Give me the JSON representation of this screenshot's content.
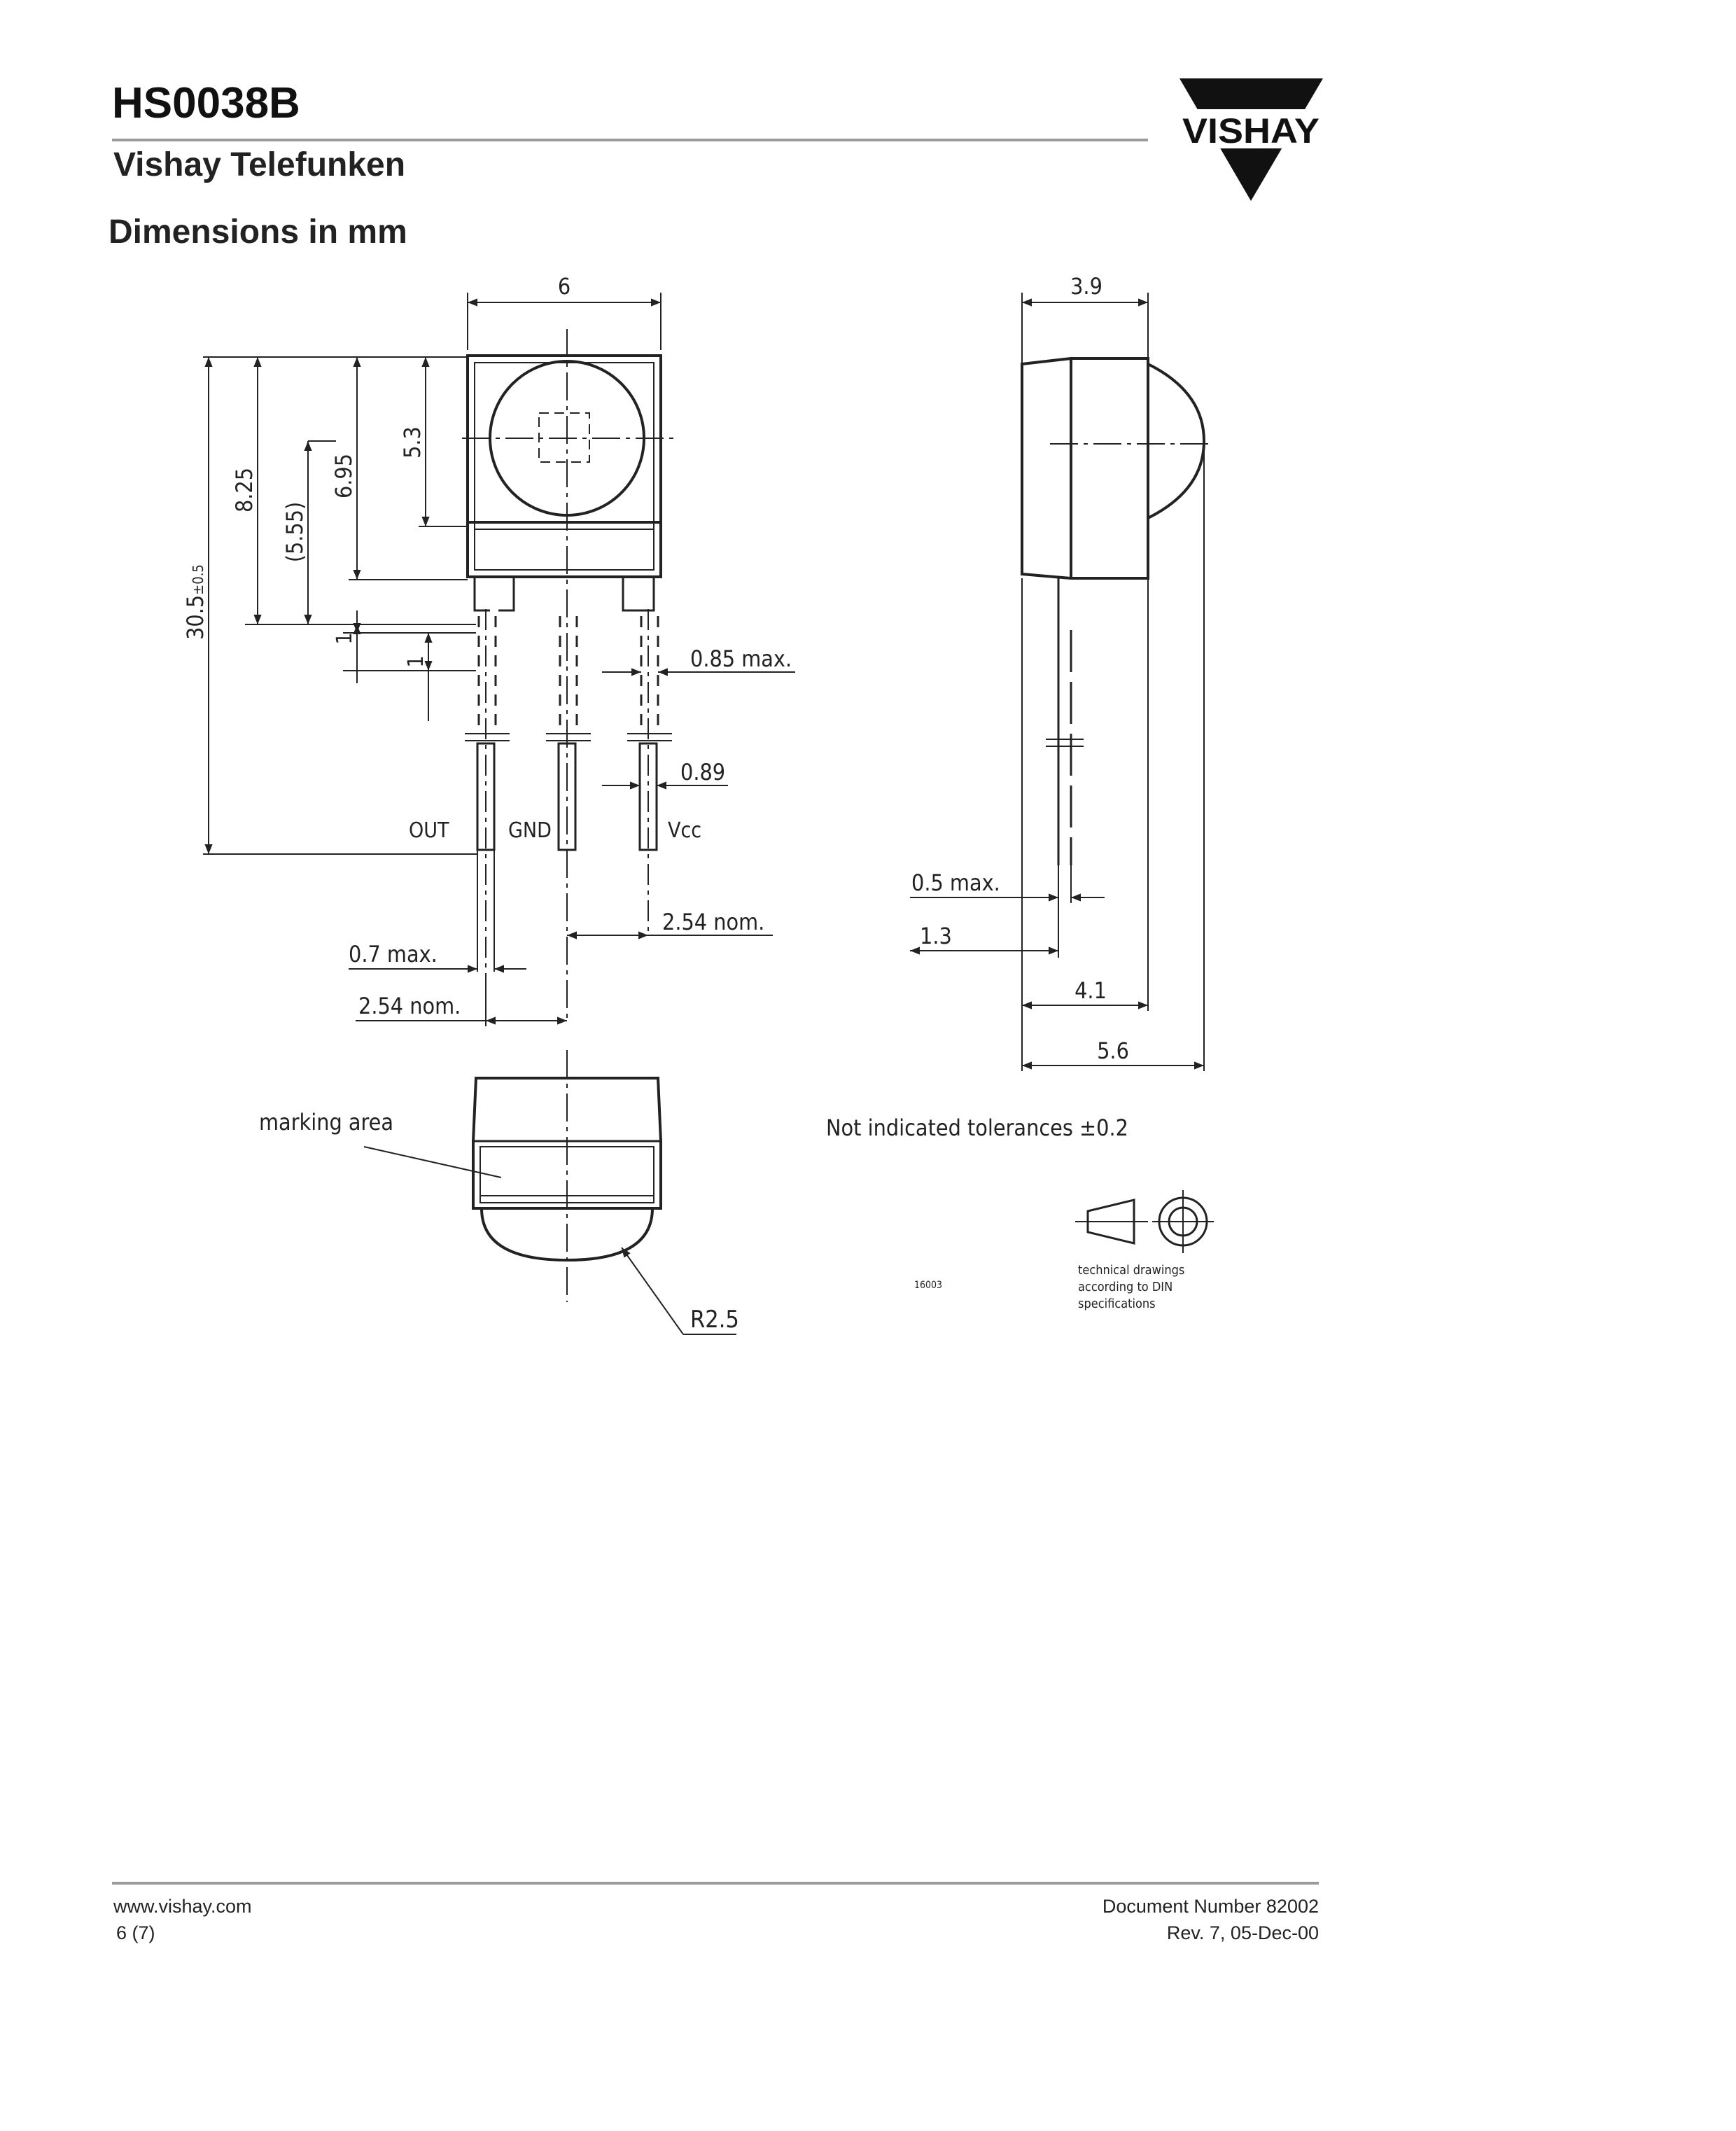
{
  "header": {
    "title": "HS0038B",
    "subtitle": "Vishay Telefunken",
    "logo_text": "VISHAY"
  },
  "section": {
    "title": "Dimensions in mm"
  },
  "drawing": {
    "front_view": {
      "width": "6",
      "lens_height": "5.3",
      "dim_6_95": "6.95",
      "dim_8_25": "8.25",
      "dim_5_55": "(5.55)",
      "overall_prefix": "30.5",
      "overall_tol": "±0.5",
      "lead_step_1": "1",
      "lead_step_2": "1",
      "lead_width_max": "0.85 max.",
      "lead_gap": "0.89",
      "pins": [
        "OUT",
        "GND",
        "Vcc"
      ],
      "pitch_right": "2.54 nom.",
      "lead_thickness": "0.7 max.",
      "pitch_left": "2.54 nom."
    },
    "side_view": {
      "depth": "3.9",
      "lead_offset_max": "0.5 max.",
      "dim_1_3": "1.3",
      "dim_4_1": "4.1",
      "dim_5_6": "5.6"
    },
    "bottom_view": {
      "marking_label": "marking area",
      "radius": "R2.5"
    },
    "tolerance_note": "Not indicated tolerances ±0.2",
    "drawing_id": "16003",
    "din_note": [
      "technical drawings",
      "according to DIN",
      "specifications"
    ]
  },
  "footer": {
    "website": "www.vishay.com",
    "page": "6 (7)",
    "document_number": "Document Number 82002",
    "revision": "Rev. 7, 05-Dec-00"
  }
}
